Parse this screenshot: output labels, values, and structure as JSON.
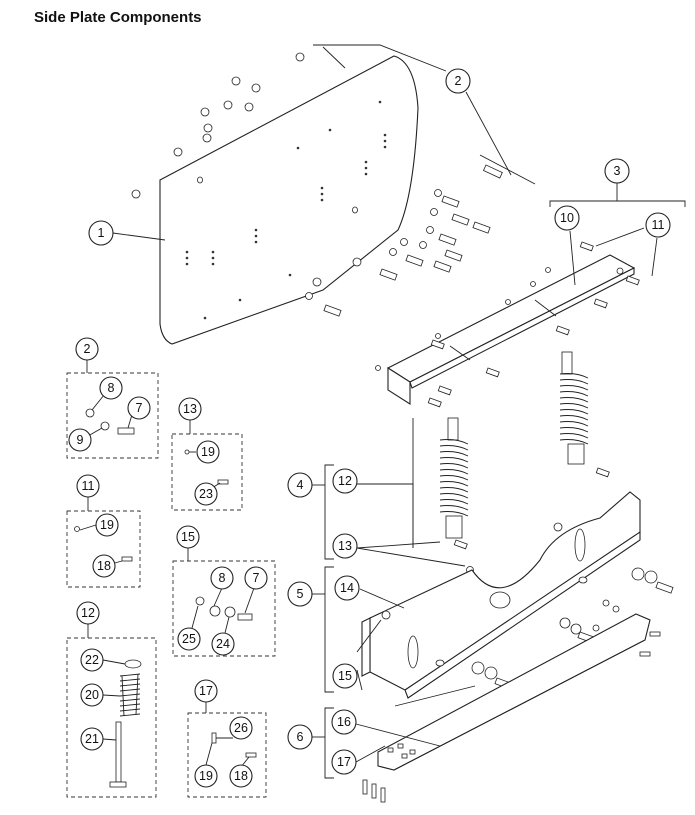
{
  "title": "Side Plate Components",
  "callouts": {
    "c1": "1",
    "c2a": "2",
    "c3": "3",
    "c10": "10",
    "c11a": "11",
    "c4": "4",
    "c12a": "12",
    "c13a": "13",
    "c5": "5",
    "c14": "14",
    "c15a": "15",
    "c6": "6",
    "c16": "16",
    "c17a": "17",
    "b2": "2",
    "b8a": "8",
    "b7a": "7",
    "b9": "9",
    "b13": "13",
    "b19a": "19",
    "b23": "23",
    "b11": "11",
    "b19b": "19",
    "b18a": "18",
    "b15": "15",
    "b8b": "8",
    "b7b": "7",
    "b25": "25",
    "b24": "24",
    "b12": "12",
    "b22": "22",
    "b20": "20",
    "b21": "21",
    "b17": "17",
    "b26": "26",
    "b19c": "19",
    "b18b": "18"
  }
}
